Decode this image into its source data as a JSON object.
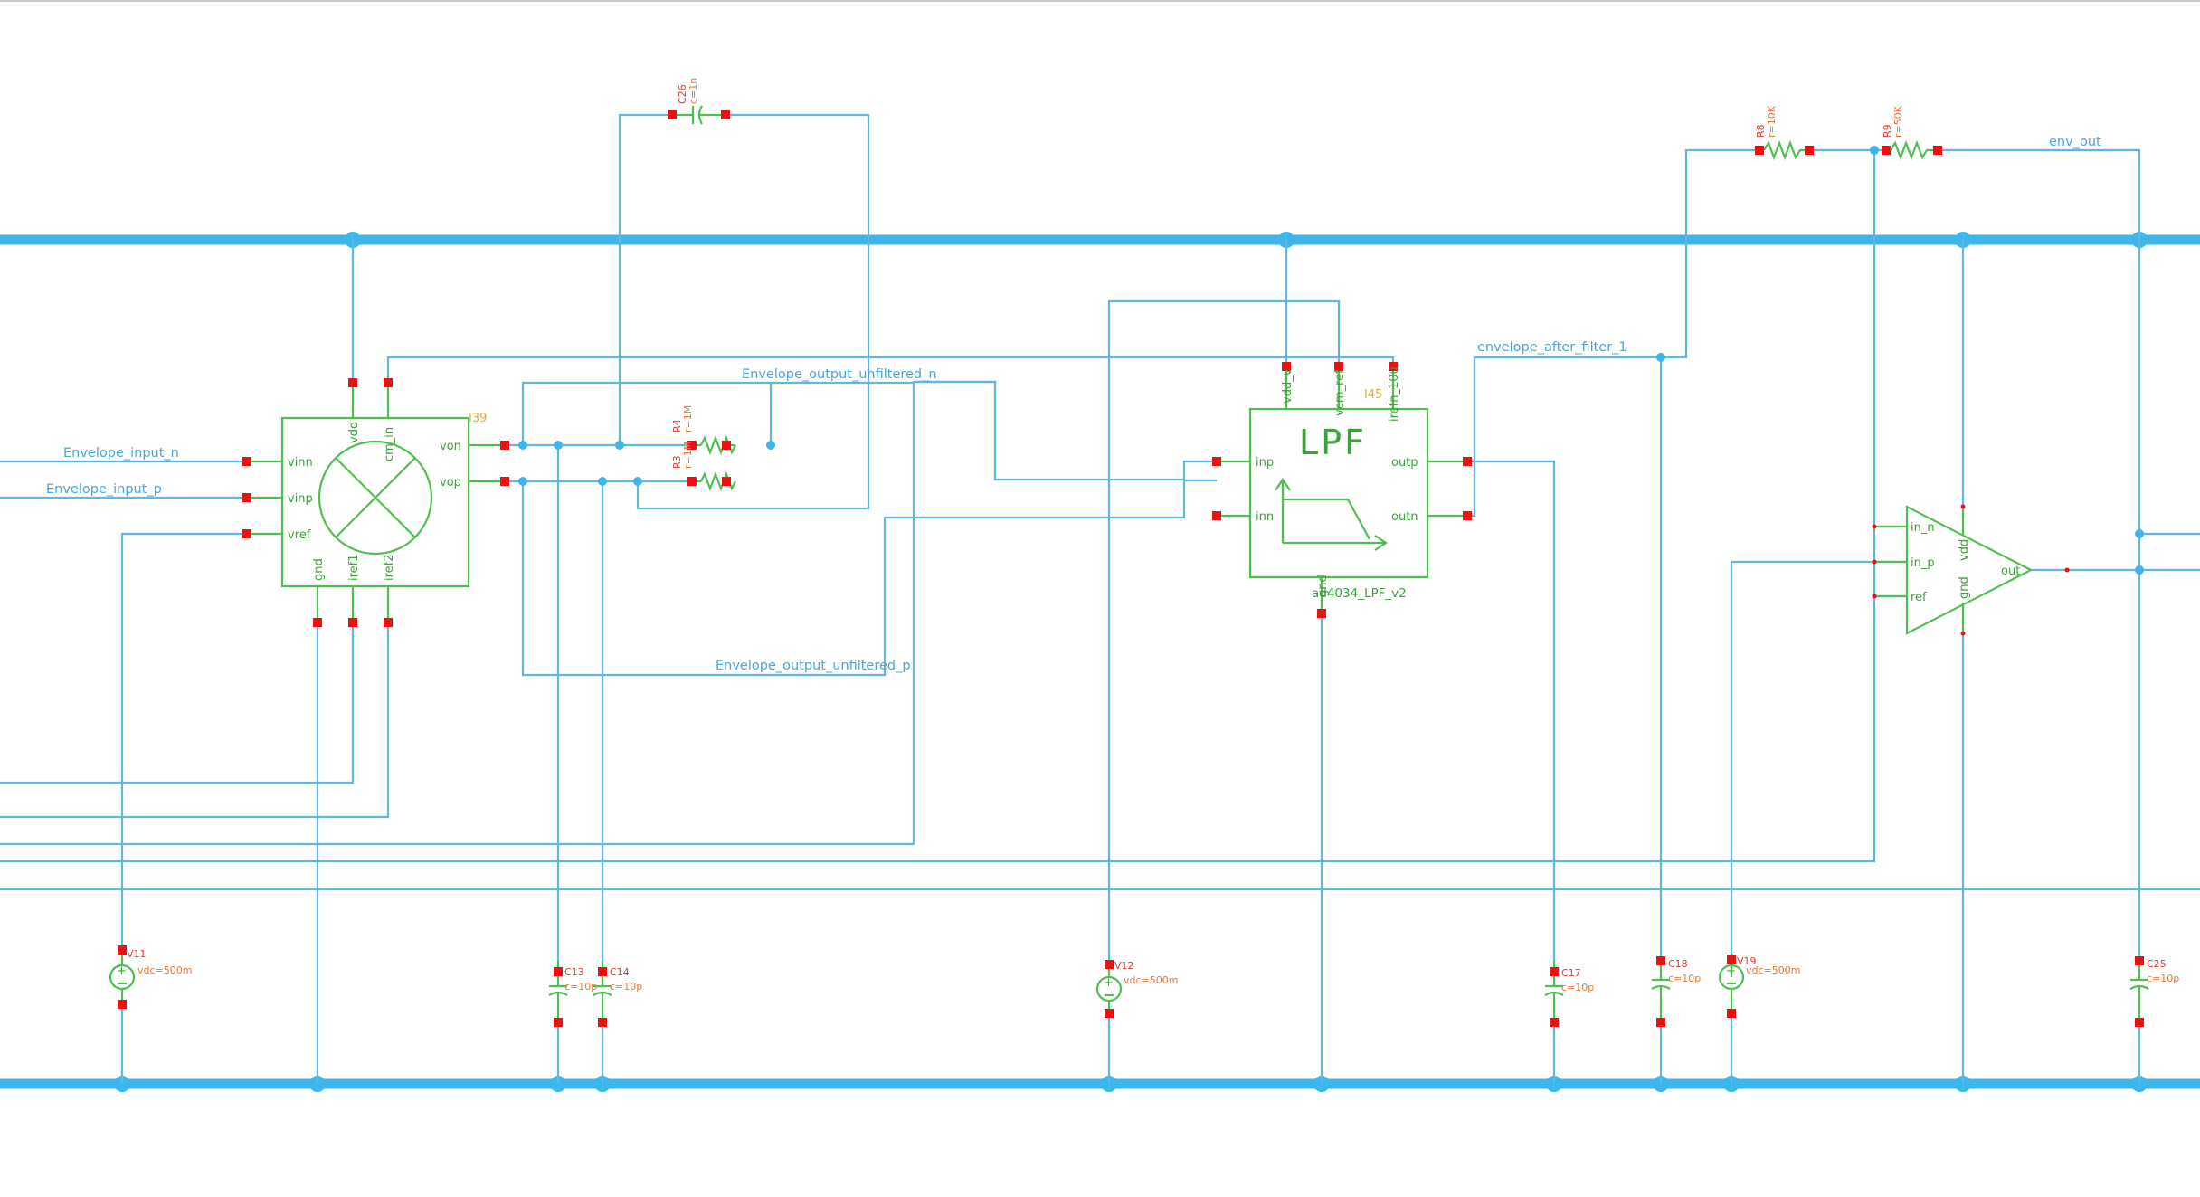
{
  "colors": {
    "wire": "#5fb7e4",
    "bus": "#3db6ec",
    "symbol": "#4fc04f",
    "pin": "#ee1010",
    "net_label": "#4aa6dc",
    "instance_label": "#e0b030",
    "parameter": "#ee7733"
  },
  "nets": {
    "envelope_input_n": "Envelope_input_n",
    "envelope_input_p": "Envelope_input_p",
    "unfiltered_n": "Envelope_output_unfiltered_n",
    "unfiltered_p": "Envelope_output_unfiltered_p",
    "after_filter": "envelope_after_filter_1",
    "env_out": "env_out"
  },
  "mixer": {
    "instance": "I39",
    "pins": {
      "vinn": "vinn",
      "vinp": "vinp",
      "vref": "vref",
      "vdd": "vdd",
      "cm_in": "cm_in",
      "gnd": "gnd",
      "iref1": "iref1",
      "iref2": "iref2",
      "von": "von",
      "vop": "vop"
    }
  },
  "lpf": {
    "instance": "I45",
    "title": "LPF",
    "cell": "ad4034_LPF_v2",
    "pins": {
      "vdd_v": "vdd_v",
      "vcm_ref": "vcm_ref",
      "irefn": "irefn_10u",
      "inp": "inp",
      "inn": "inn",
      "outp": "outp",
      "outn": "outn",
      "gnd": "gnd"
    }
  },
  "amp": {
    "pins": {
      "in_n": "in_n",
      "in_p": "in_p",
      "ref": "ref",
      "vdd": "vdd",
      "gnd": "gnd",
      "out": "out"
    }
  },
  "resistors": {
    "r4": {
      "name": "R4",
      "value": "r=1M"
    },
    "r3": {
      "name": "R3",
      "value": "r=1M"
    },
    "r8": {
      "name": "R8",
      "value": "r=10K"
    },
    "r9": {
      "name": "R9",
      "value": "r=50K"
    }
  },
  "capacitors": {
    "c26": {
      "name": "C26",
      "value": "c=1n"
    },
    "c13": {
      "name": "C13",
      "value": "c=10p"
    },
    "c14": {
      "name": "C14",
      "value": "c=10p"
    },
    "c17": {
      "name": "C17",
      "value": "c=10p"
    },
    "c18": {
      "name": "C18",
      "value": "c=10p"
    },
    "c25": {
      "name": "C25",
      "value": "c=10p"
    }
  },
  "sources": {
    "v11": {
      "name": "V11",
      "value": "vdc=500m"
    },
    "v12": {
      "name": "V12",
      "value": "vdc=500m"
    },
    "v19": {
      "name": "V19",
      "value": "vdc=500m"
    }
  }
}
